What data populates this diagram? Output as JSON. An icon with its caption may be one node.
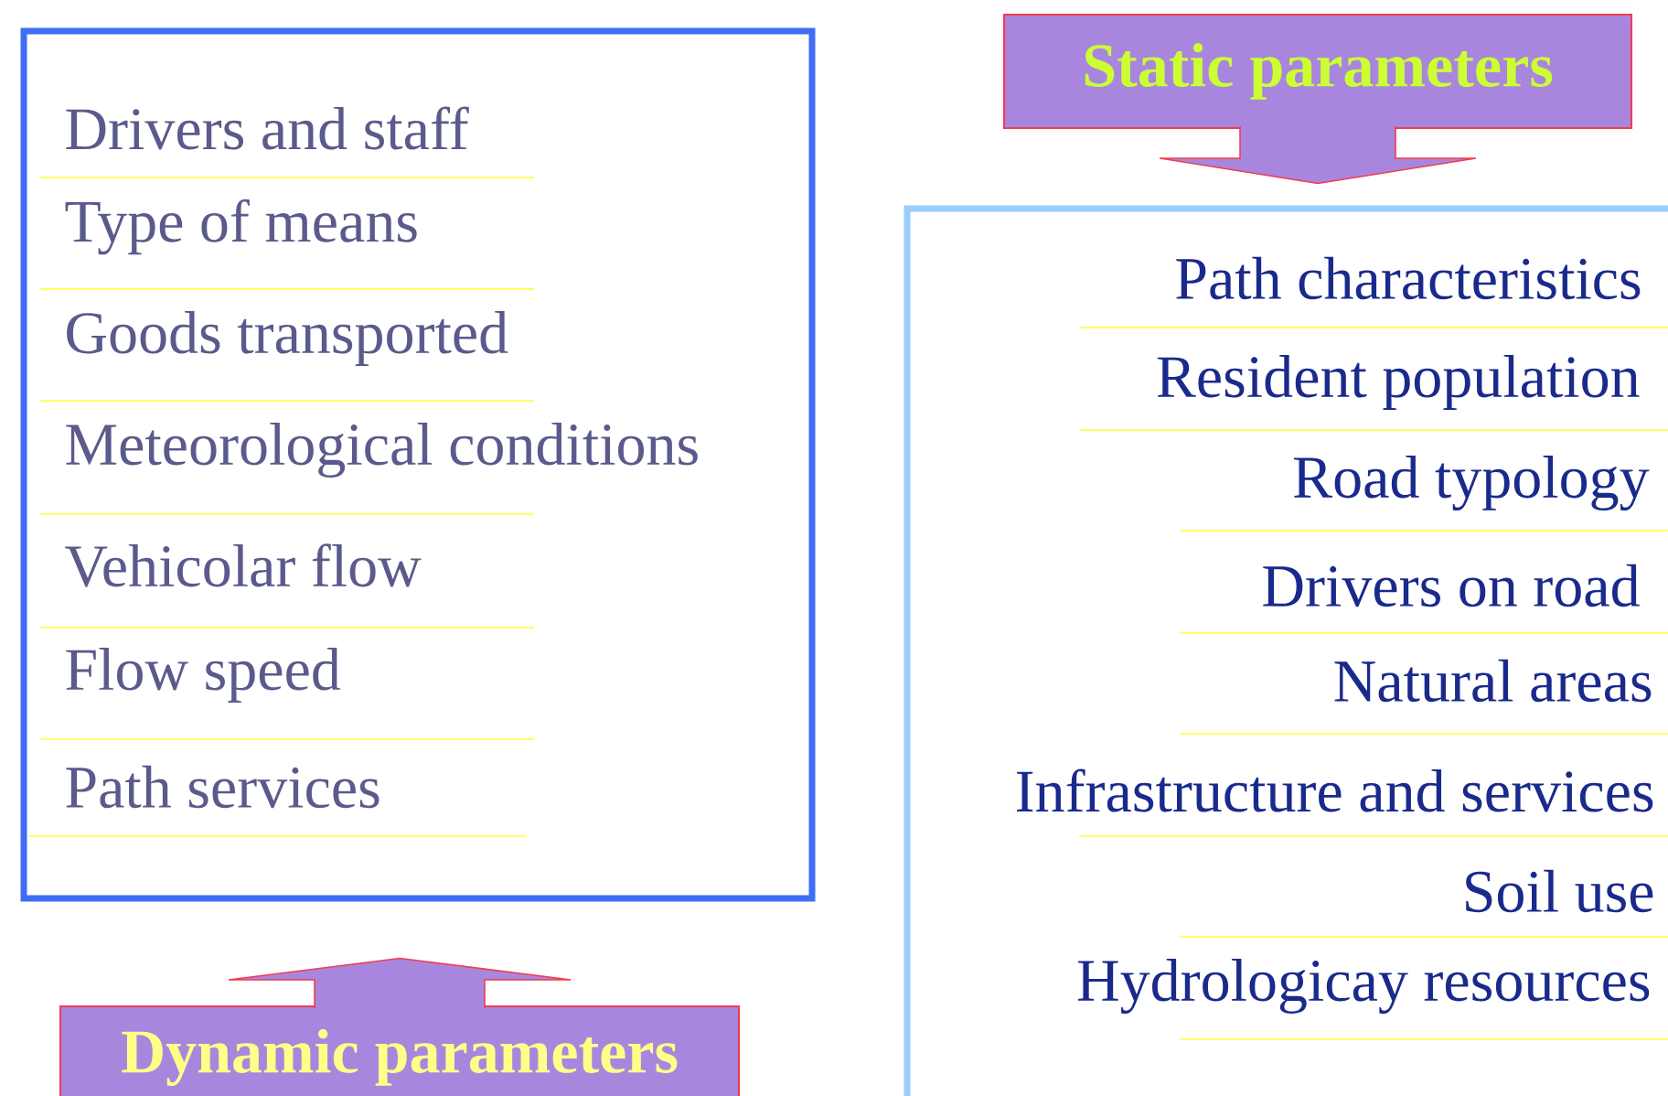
{
  "diagram": {
    "nodes": [
      {
        "text": [
          "Drivers and staff",
          "Type of means",
          "Goods transported",
          "Meteorological conditions",
          "Vehicolar flow",
          "Flow speed",
          "Path services"
        ]
      },
      {
        "text": [
          "Static parameters"
        ]
      },
      {
        "text": [
          "Path characteristics",
          "Resident population",
          "Road typology",
          "Drivers on road",
          "Natural areas",
          "Infrastructure and services",
          "Soil use",
          "Hydrologicay resources"
        ]
      },
      {
        "text": [
          "Dynamic parameters"
        ]
      }
    ],
    "edges": [
      {
        "from": 1,
        "to": 2,
        "arrow": "to"
      },
      {
        "from": 3,
        "to": 0,
        "arrow": "to"
      }
    ]
  }
}
